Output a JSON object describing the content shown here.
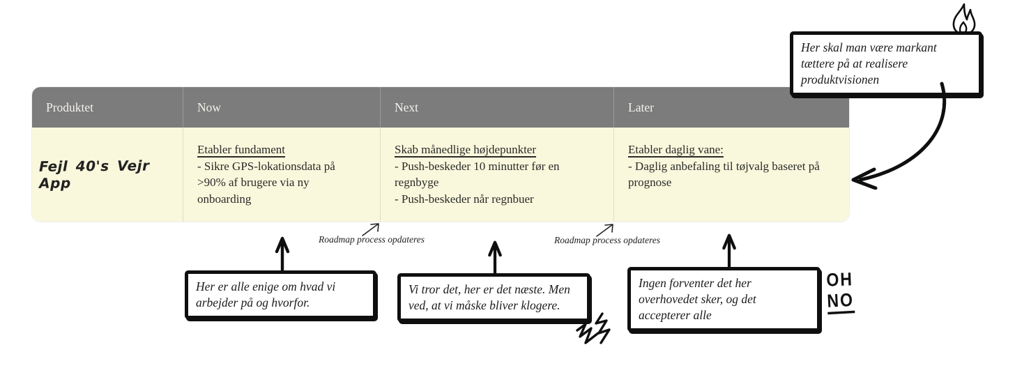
{
  "table": {
    "headers": [
      "Produktet",
      "Now",
      "Next",
      "Later"
    ],
    "row": {
      "product_name": "Fejl 40's Vejr App",
      "now": {
        "title": "Etabler fundament",
        "items": [
          "- Sikre GPS-lokationsdata på >90% af brugere via ny onboarding"
        ]
      },
      "next": {
        "title": "Skab månedlige højdepunkter",
        "items": [
          "- Push-beskeder 10 minutter før en regnbyge",
          "- Push-beskeder når regnbuer"
        ]
      },
      "later": {
        "title": "Etabler daglig vane:",
        "items": [
          "- Daglig anbefaling til tøjvalg baseret på prognose"
        ]
      }
    }
  },
  "callouts": {
    "vision_note": "Her skal man være markant tættere på at realisere produktvisionen",
    "now_note": "Her er alle enige om hvad vi arbejder på og hvorfor.",
    "next_note": "Vi tror det, her er det næste. Men ved, at vi måske bliver klogere.",
    "later_note": "Ingen forventer det her overhovedet sker, og det accepterer alle",
    "oh_no_line1": "OH",
    "oh_no_line2": "NO"
  },
  "labels": {
    "roadmap_update_1": "Roadmap process opdateres",
    "roadmap_update_2": "Roadmap process opdateres"
  },
  "icons": {
    "flame": "flame-icon",
    "curved_arrow": "curved-arrow-icon",
    "up_arrows": "up-arrow-icon",
    "diagonal_arrows": "up-right-arrow-icon",
    "squiggle": "squiggle-doodle-icon"
  },
  "colors": {
    "header_bg": "#7c7c7c",
    "row_bg": "#faf8dc",
    "note_border": "#0f0f0f",
    "header_text": "#f4f2ec",
    "body_text": "#2a2a2a"
  }
}
